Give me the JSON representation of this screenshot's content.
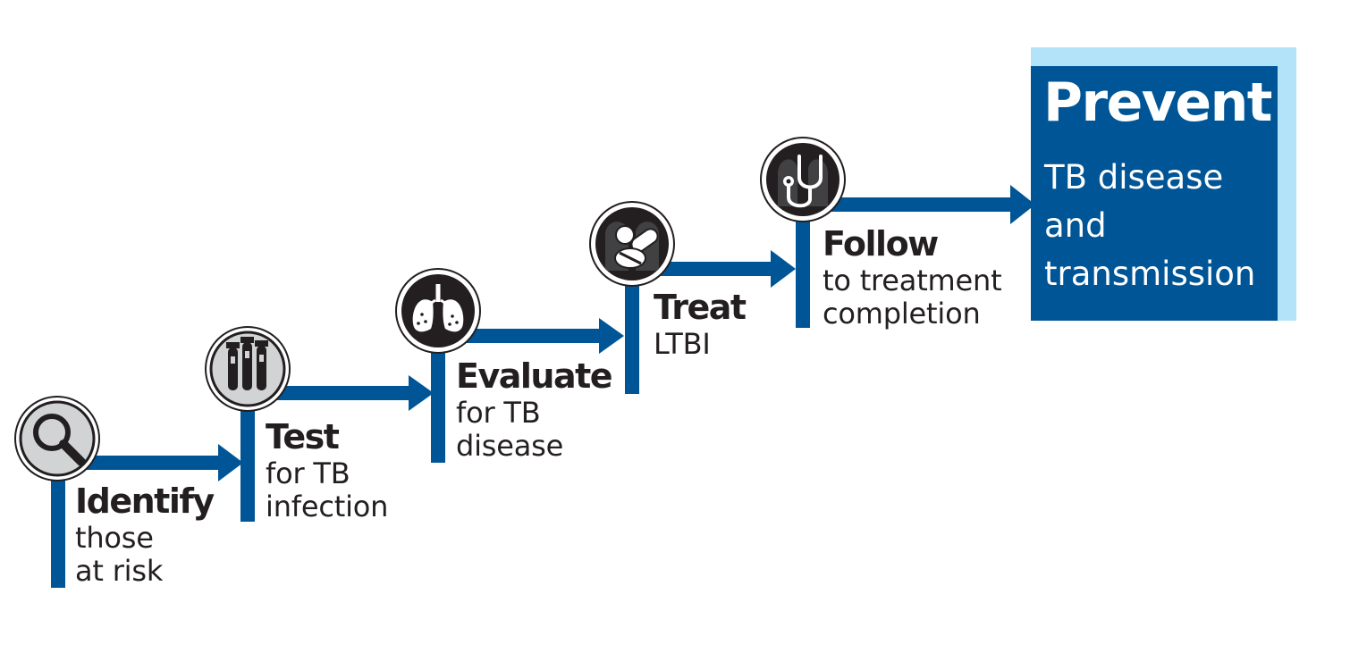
{
  "colors": {
    "accent": "#005596",
    "highlight": "#b3e3f8",
    "icon_fill": "#231f20"
  },
  "steps": [
    {
      "title": "Identify",
      "desc_lines": [
        "those",
        "at risk"
      ],
      "icon": "magnifying-glass-icon"
    },
    {
      "title": "Test",
      "desc_lines": [
        "for TB",
        "infection"
      ],
      "icon": "test-tubes-icon"
    },
    {
      "title": "Evaluate",
      "desc_lines": [
        "for TB",
        "disease"
      ],
      "icon": "lungs-icon"
    },
    {
      "title": "Treat",
      "desc_lines": [
        "LTBI"
      ],
      "icon": "pills-icon"
    },
    {
      "title": "Follow",
      "desc_lines": [
        "to treatment",
        "completion"
      ],
      "icon": "stethoscope-icon"
    }
  ],
  "goal": {
    "title": "Prevent",
    "desc_lines": [
      "TB disease",
      "and",
      "transmission"
    ]
  }
}
